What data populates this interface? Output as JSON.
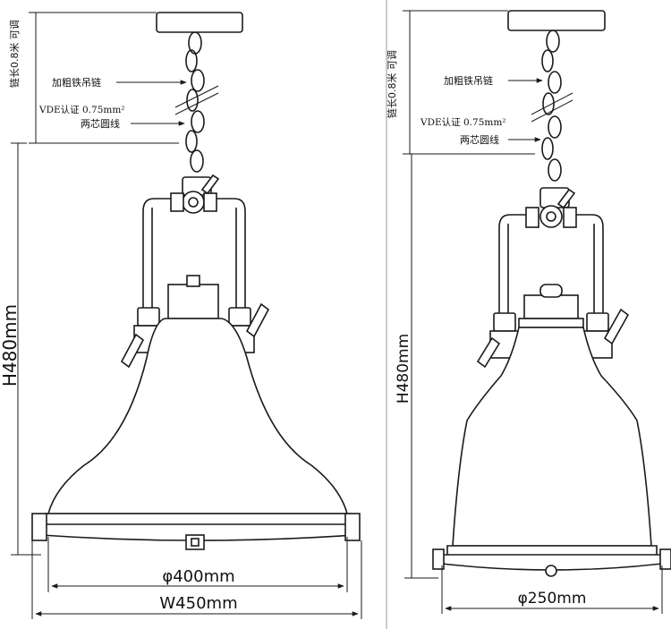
{
  "left_lamp": {
    "chain_length_label": "链长0.8米 可调",
    "chain_label": "加粗铁吊链",
    "wire_cert_label": "VDE认证 0.75mm²",
    "wire_type_label": "两芯圆线",
    "height_label": "H480mm",
    "diameter_label": "φ400mm",
    "width_label": "W450mm"
  },
  "right_lamp": {
    "chain_length_label": "链长0.8米 可调",
    "chain_label": "加粗铁吊链",
    "wire_cert_label": "VDE认证 0.75mm²",
    "wire_type_label": "两芯圆线",
    "height_label": "H480mm",
    "diameter_label": "φ250mm"
  },
  "colors": {
    "line": "#1a1a1a",
    "background": "#ffffff",
    "panel_divider": "#9a9a9a"
  }
}
